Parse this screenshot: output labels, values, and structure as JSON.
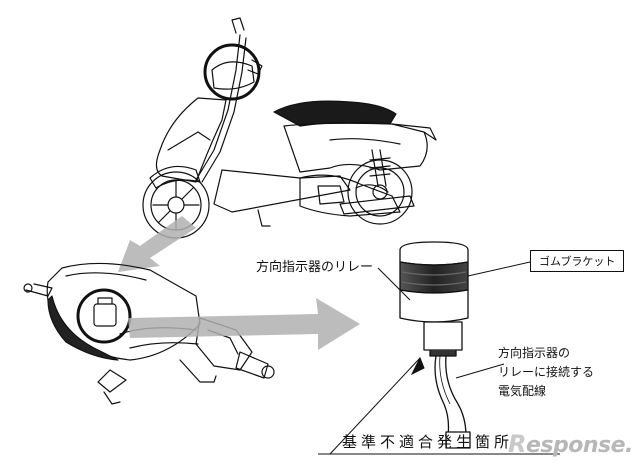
{
  "callouts": {
    "relay": "方向指示器のリレー",
    "rubber_bracket": "ゴムブラケット",
    "wiring_line1": "方向指示器の",
    "wiring_line2": "リレーに接続する",
    "wiring_line3": "電気配線",
    "defect_location": "基準不適合発生箇所"
  },
  "watermark": {
    "mark": "R",
    "text": "esponse."
  },
  "colors": {
    "line": "#111111",
    "arrow": "#b0b0b0",
    "relay_band": "#333333"
  }
}
